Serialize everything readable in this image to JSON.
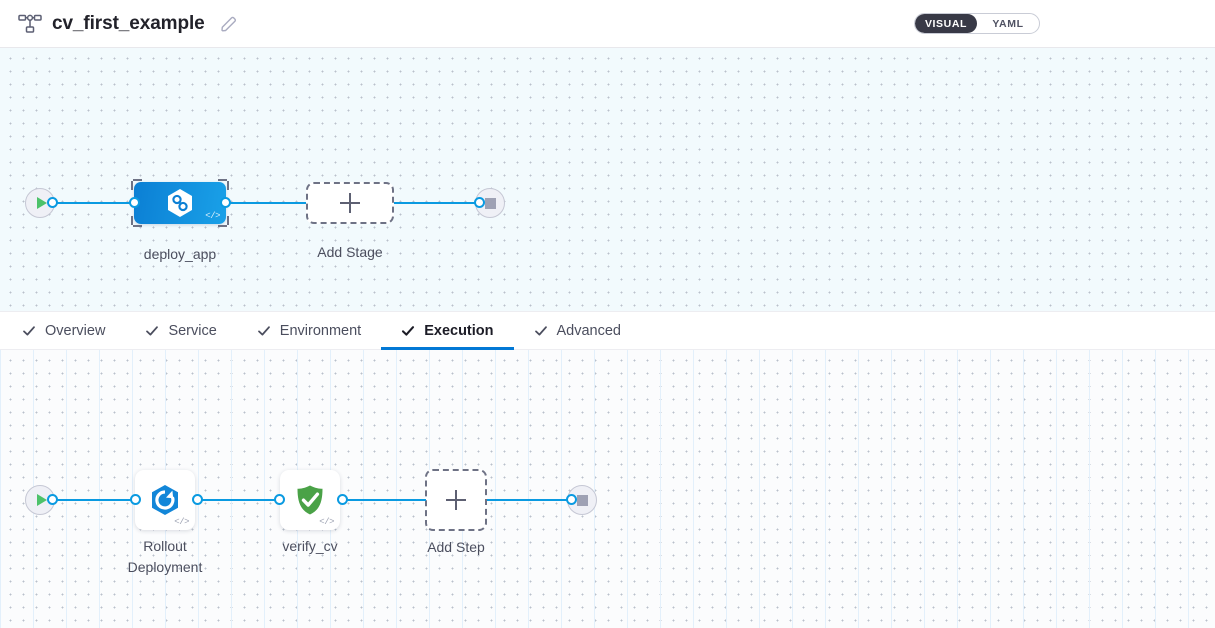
{
  "header": {
    "pipeline_icon": "pipeline-flow-icon",
    "title": "cv_first_example",
    "edit_icon": "edit-pencil-icon",
    "view_toggle": {
      "options": [
        "VISUAL",
        "YAML"
      ],
      "selected": "VISUAL",
      "visual_label": "VISUAL",
      "yaml_label": "YAML"
    }
  },
  "stage_canvas": {
    "start_node": {
      "name": "pipeline-start",
      "icon": "play-icon"
    },
    "nodes": [
      {
        "id": "deploy_app",
        "label": "deploy_app",
        "icon": "harness-cd-hexagon-icon",
        "type": "stage",
        "selected": true,
        "code_badge": "</>"
      },
      {
        "id": "add_stage",
        "label": "Add Stage",
        "icon": "plus-icon",
        "type": "add"
      }
    ],
    "end_node": {
      "name": "pipeline-end",
      "icon": "stop-icon"
    }
  },
  "tabs": [
    {
      "id": "overview",
      "label": "Overview",
      "icon": "check-icon",
      "active": false
    },
    {
      "id": "service",
      "label": "Service",
      "icon": "check-icon",
      "active": false
    },
    {
      "id": "environment",
      "label": "Environment",
      "icon": "check-icon",
      "active": false
    },
    {
      "id": "execution",
      "label": "Execution",
      "icon": "check-icon",
      "active": true
    },
    {
      "id": "advanced",
      "label": "Advanced",
      "icon": "check-icon",
      "active": false
    }
  ],
  "step_canvas": {
    "start_node": {
      "name": "execution-start",
      "icon": "play-icon"
    },
    "nodes": [
      {
        "id": "rollout_deployment",
        "label": "Rollout\nDeployment",
        "icon": "rollout-deployment-icon",
        "type": "step",
        "code_badge": "</>"
      },
      {
        "id": "verify_cv",
        "label": "verify_cv",
        "icon": "green-shield-check-icon",
        "type": "step",
        "code_badge": "</>"
      },
      {
        "id": "add_step",
        "label": "Add Step",
        "icon": "plus-icon",
        "type": "add"
      }
    ],
    "end_node": {
      "name": "execution-end",
      "icon": "stop-icon"
    }
  },
  "colors": {
    "accent_blue": "#0278d5",
    "edge_blue": "#0a9ae1",
    "stage_blue": "#0b7fd4",
    "success_green": "#4aa247",
    "play_green": "#4dc26a",
    "toggle_dark": "#383946"
  }
}
